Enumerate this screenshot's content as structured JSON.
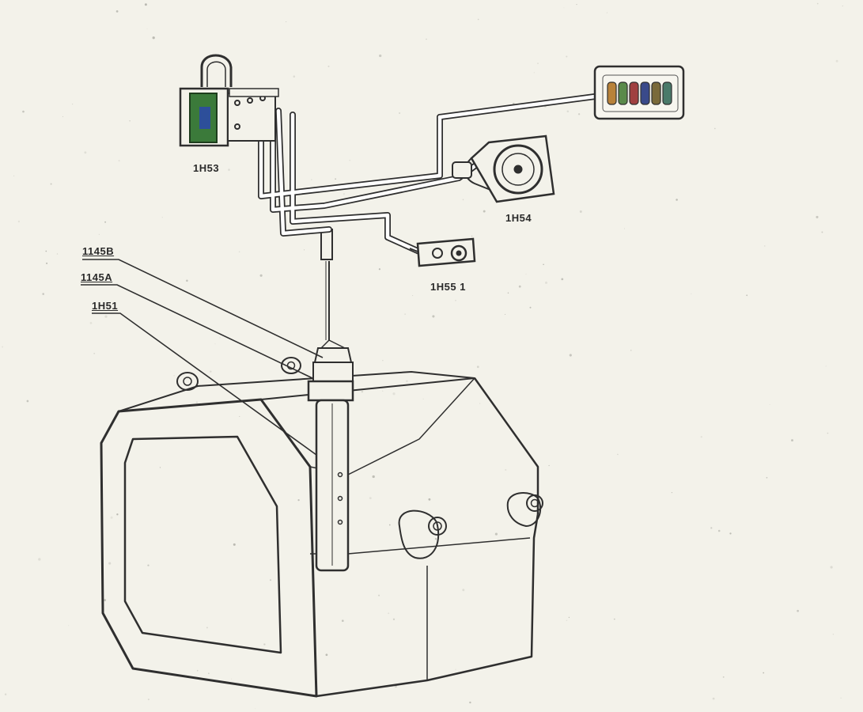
{
  "labels": {
    "relay_unit": "1H53",
    "gauge": "1H54",
    "switch": "1H55 1",
    "float_rod_b": "1145B",
    "float_rod_a": "1145A",
    "float_housing": "1H51"
  },
  "colors": {
    "paper": "#f3f2ea",
    "ink": "#2f2f2f",
    "wire_fill": "#ffffff",
    "relay_green": "#3b7a3a",
    "relay_blue": "#2d4f9a",
    "led_colors": [
      "#b8823a",
      "#5a8a4a",
      "#a04040",
      "#3a4a8a",
      "#7a6a3a",
      "#4a7a6a"
    ]
  },
  "icons": {
    "relay": "relay-unit-icon",
    "gauge": "fuel-gauge-icon",
    "switch": "toggle-switch-icon",
    "indicator": "indicator-light-bar-icon",
    "tank": "fuel-tank-icon",
    "sender": "float-sender-icon"
  }
}
